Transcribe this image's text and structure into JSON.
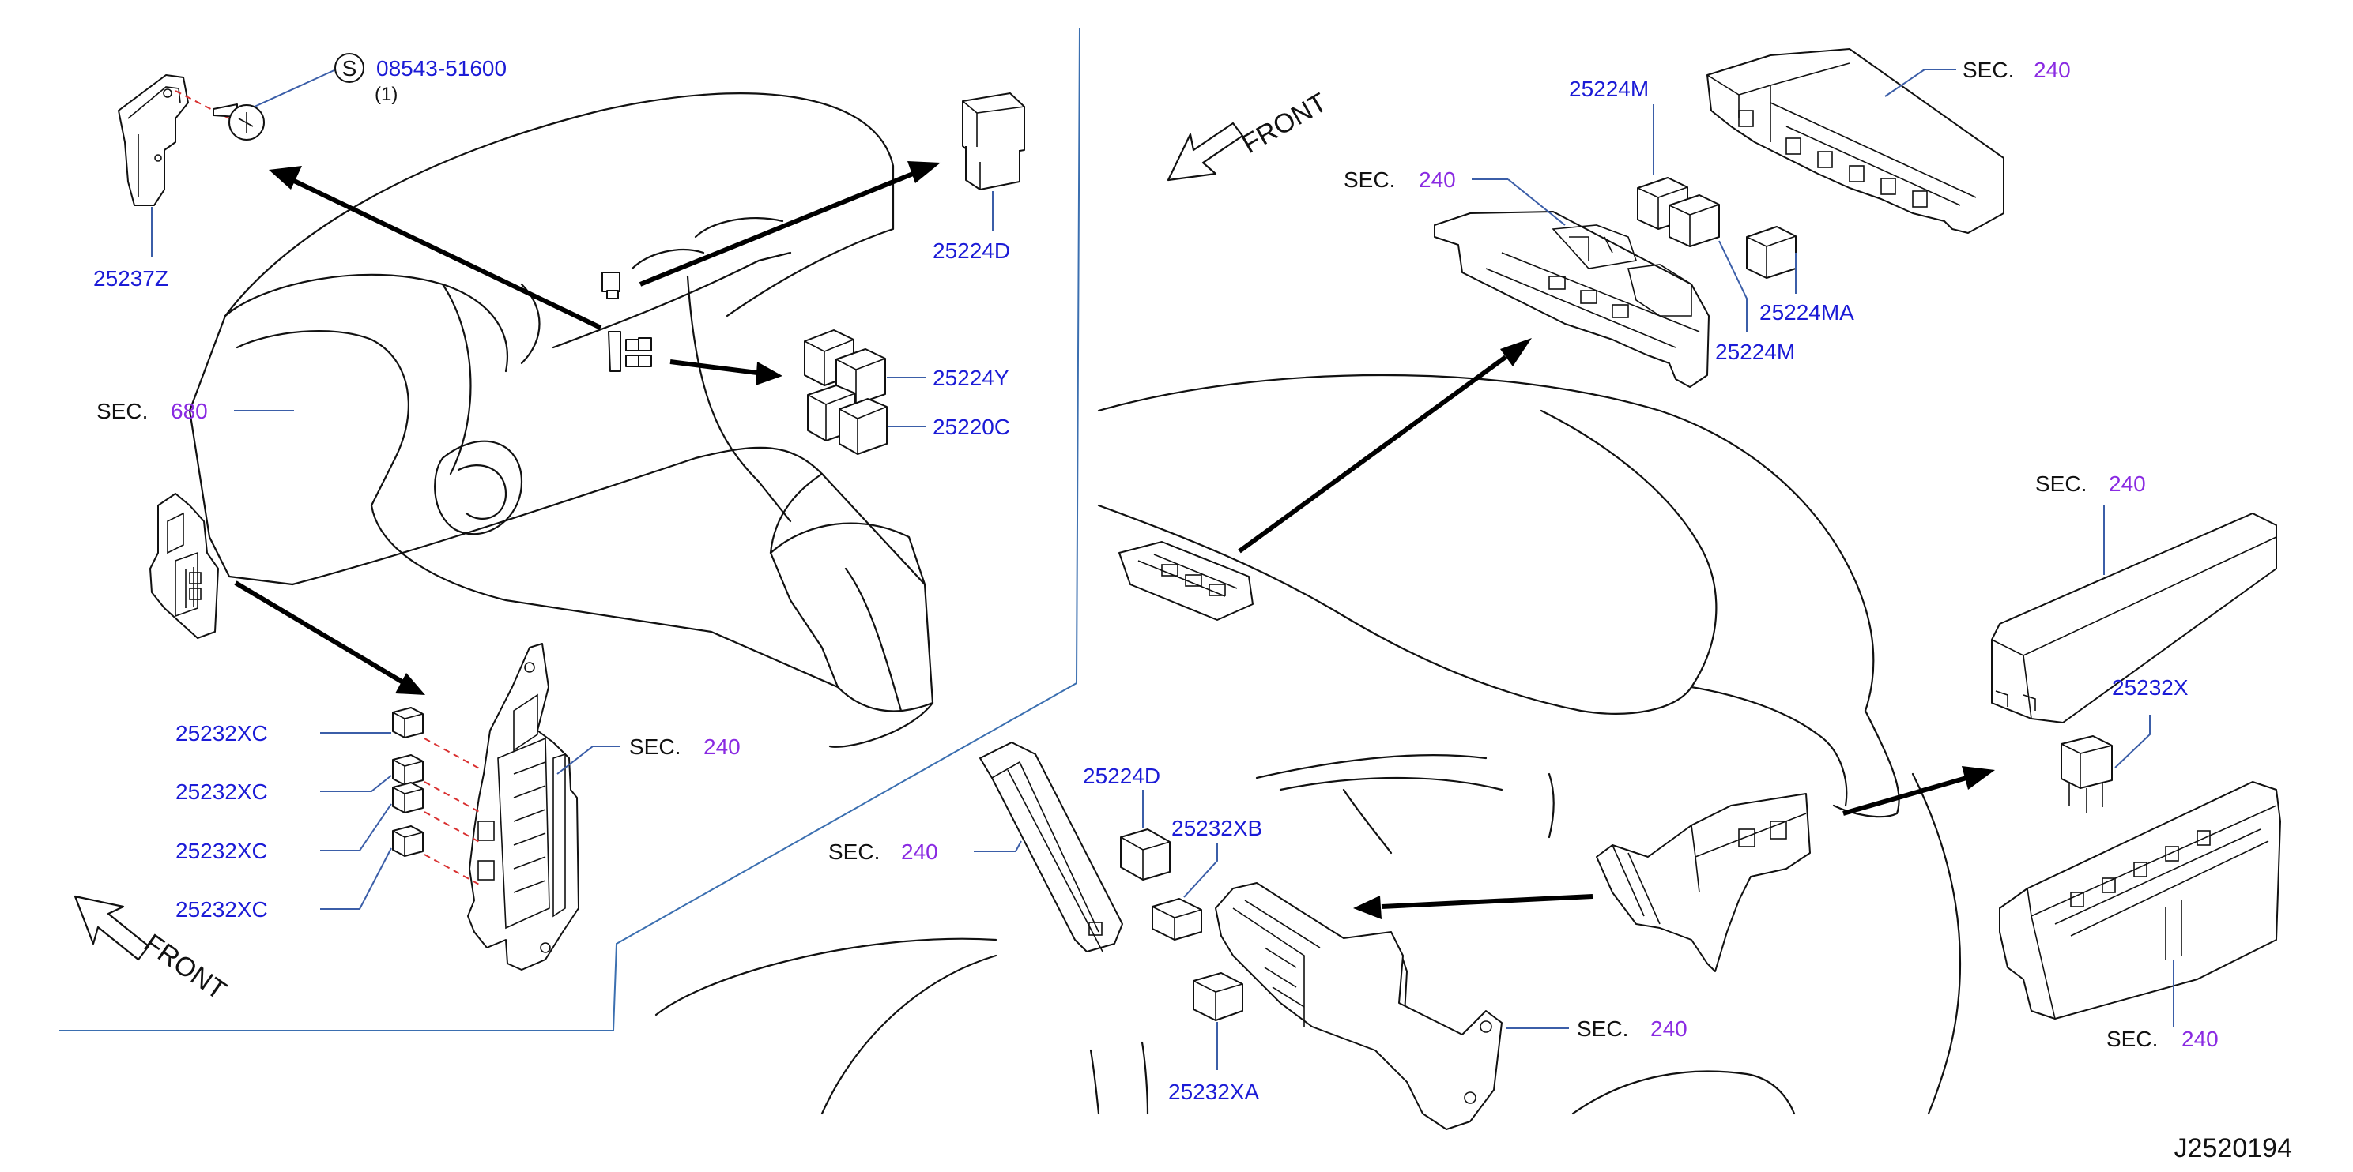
{
  "diagram": {
    "code": "J2520194",
    "front_labels": [
      "FRONT",
      "FRONT"
    ],
    "screw": {
      "symbol": "S",
      "part_no": "08543-51600",
      "qty": "(1)"
    },
    "parts": {
      "p25237Z": "25237Z",
      "p25224D_top": "25224D",
      "p25224Y": "25224Y",
      "p25220C": "25220C",
      "p25232XC_1": "25232XC",
      "p25232XC_2": "25232XC",
      "p25232XC_3": "25232XC",
      "p25232XC_4": "25232XC",
      "p25224M_top": "25224M",
      "p25224MA": "25224MA",
      "p25224M_bottom": "25224M",
      "p25232X": "25232X",
      "p25224D_bottom": "25224D",
      "p25232XB": "25232XB",
      "p25232XA": "25232XA"
    },
    "sections": {
      "s680": {
        "label": "SEC.",
        "num": "680"
      },
      "s240_left": {
        "label": "SEC.",
        "num": "240"
      },
      "s240_top_left": {
        "label": "SEC.",
        "num": "240"
      },
      "s240_top_right": {
        "label": "SEC.",
        "num": "240"
      },
      "s240_right_mid": {
        "label": "SEC.",
        "num": "240"
      },
      "s240_right_bottom": {
        "label": "SEC.",
        "num": "240"
      },
      "s240_bottom_left": {
        "label": "SEC.",
        "num": "240"
      },
      "s240_bottom_mid": {
        "label": "SEC.",
        "num": "240"
      }
    },
    "colors": {
      "part_number": "#1b1bd6",
      "section_number": "#8a2be2",
      "leader": "#3b5ea8",
      "divider": "#3b6fb0"
    }
  }
}
